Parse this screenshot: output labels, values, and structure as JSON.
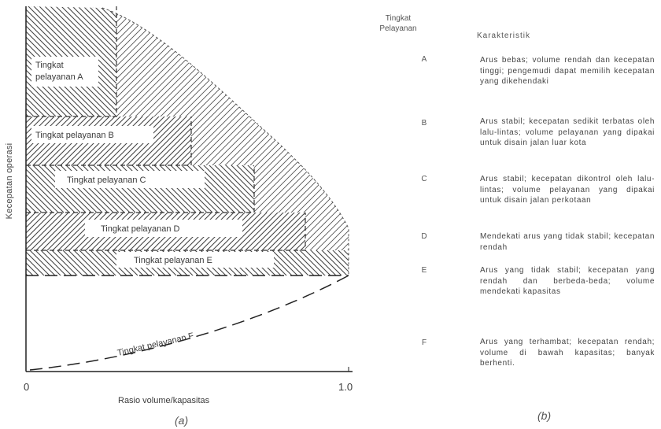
{
  "diagram": {
    "y_axis_label": "Kecepatan operasi",
    "x_axis_label": "Rasio volume/kapasitas",
    "x_min_label": "0",
    "x_max_label": "1.0",
    "zones": [
      {
        "id": "A",
        "label": "Tingkat pelayanan A",
        "line1": "Tingkat",
        "line2": "pelayanan A"
      },
      {
        "id": "B",
        "label": "Tingkat pelayanan B"
      },
      {
        "id": "C",
        "label": "Tingkat pelayanan C"
      },
      {
        "id": "D",
        "label": "Tingkat pelayanan D"
      },
      {
        "id": "E",
        "label": "Tingkat pelayanan E"
      },
      {
        "id": "F",
        "label": "Tingkat pelayanan F"
      }
    ],
    "caption_a": "(a)",
    "caption_b": "(b)"
  },
  "table": {
    "header_level": "Tingkat Pelayanan",
    "header_level_line1": "Tingkat",
    "header_level_line2": "Pelayanan",
    "header_char": "Karakteristik",
    "rows": [
      {
        "level": "A",
        "desc": "Arus bebas; volume rendah dan kecepatan tinggi; pengemudi dapat memilih kecepatan yang dikehendaki"
      },
      {
        "level": "B",
        "desc": "Arus stabil; kecepatan sedikit terbatas oleh lalu-lintas; volume pelayanan yang dipakai untuk disain jalan luar kota"
      },
      {
        "level": "C",
        "desc": "Arus stabil; kecepatan dikontrol oleh lalu-lintas; volume pelayanan yang dipakai untuk disain jalan perkotaan"
      },
      {
        "level": "D",
        "desc": "Mendekati arus yang tidak stabil; kecepatan rendah"
      },
      {
        "level": "E",
        "desc": "Arus yang tidak stabil; kecepatan yang rendah dan berbeda-beda; volume mendekati kapasitas"
      },
      {
        "level": "F",
        "desc": "Arus yang terhambat; kecepatan rendah; volume di bawah kapasitas; banyak berhenti."
      }
    ]
  }
}
